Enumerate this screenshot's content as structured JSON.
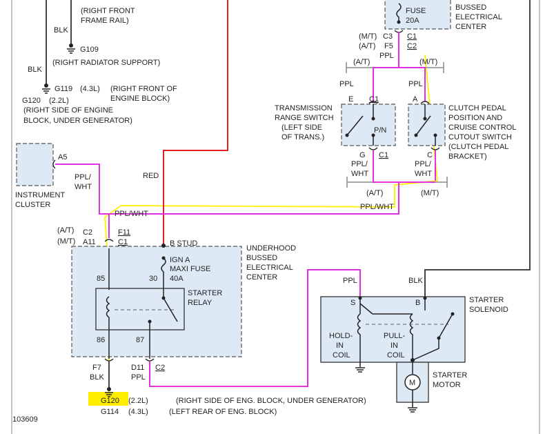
{
  "colors": {
    "wire_ppl": "#e030e0",
    "wire_red": "#e02020",
    "wire_blk": "#444444",
    "wire_gray": "#888888",
    "highlight": "#ffee00",
    "box_fill": "#dde9f4"
  },
  "figure_id": "103609",
  "top_left": {
    "right_front_frame_rail": "(RIGHT FRONT",
    "right_front_frame_rail_2": "FRAME RAIL)",
    "blk_1": "BLK",
    "g109": "G109",
    "right_radiator_support": "(RIGHT RADIATOR SUPPORT)",
    "blk_2": "BLK",
    "g119": "G119",
    "g119_engine": "(4.3L)",
    "g119_loc_1": "(RIGHT FRONT OF",
    "g119_loc_2": "ENGINE BLOCK)",
    "g120": "G120",
    "g120_engine": "(2.2L)",
    "g120_loc_1": "(RIGHT SIDE OF ENGINE",
    "g120_loc_2": "BLOCK, UNDER GENERATOR)"
  },
  "fuse_block_top": {
    "fuse": "FUSE",
    "rating": "20A",
    "center_1": "BUSSED",
    "center_2": "ELECTRICAL",
    "center_3": "CENTER",
    "mt": "(M/T)",
    "at": "(A/T)",
    "c3": "C3",
    "f5": "F5",
    "c1": "C1",
    "c2": "C2",
    "ppl": "PPL"
  },
  "branch_top": {
    "at": "(A/T)",
    "mt": "(M/T)",
    "ppl_left": "PPL",
    "ppl_right": "PPL"
  },
  "trans_switch": {
    "title_1": "TRANSMISSION",
    "title_2": "RANGE SWITCH",
    "title_3": "(LEFT SIDE",
    "title_4": "OF TRANS.)",
    "pin_e": "E",
    "c1_top": "C1",
    "pn": "P/N",
    "pin_g": "G",
    "c1_bottom": "C1",
    "wire_1": "PPL/",
    "wire_2": "WHT"
  },
  "clutch_switch": {
    "title_1": "CLUTCH PEDAL",
    "title_2": "POSITION AND",
    "title_3": "CRUISE CONTROL",
    "title_4": "CUTOUT SWITCH",
    "title_5": "(CLUTCH PEDAL",
    "title_6": "BRACKET)",
    "pin_a": "A",
    "pin_c": "C",
    "wire_1": "PPL/",
    "wire_2": "WHT"
  },
  "branch_mid": {
    "at": "(A/T)",
    "mt": "(M/T)",
    "wire": "PPL/WHT"
  },
  "instrument_cluster": {
    "pin": "A5",
    "label_1": "INSTRUMENT",
    "label_2": "CLUSTER",
    "wire_1": "PPL/",
    "wire_2": "WHT"
  },
  "red_wire": {
    "label": "RED"
  },
  "underhood": {
    "wire_top": "PPL/WHT",
    "at": "(A/T)",
    "mt": "(M/T)",
    "c2": "C2",
    "a11": "A11",
    "f11": "F11",
    "c1": "C1",
    "b_stud": "B STUD",
    "title_1": "UNDERHOOD",
    "title_2": "BUSSED",
    "title_3": "ELECTRICAL",
    "title_4": "CENTER",
    "ign_a": "IGN A",
    "maxi_fuse": "MAXI FUSE",
    "fuse_rating": "40A",
    "t30": "30",
    "t85": "85",
    "t86": "86",
    "t87": "87",
    "relay_1": "STARTER",
    "relay_2": "RELAY",
    "f7": "F7",
    "blk": "BLK",
    "d11": "D11",
    "ppl": "PPL",
    "c2_bottom": "C2"
  },
  "ground_bottom": {
    "g120": "G120",
    "g120_engine": "(2.2L)",
    "g120_loc": "(RIGHT SIDE OF ENG. BLOCK, UNDER GENERATOR)",
    "g114": "G114",
    "g114_engine": "(4.3L)",
    "g114_loc": "(LEFT REAR OF ENG. BLOCK)"
  },
  "solenoid": {
    "ppl": "PPL",
    "blk": "BLK",
    "pin_s": "S",
    "pin_b": "B",
    "title_1": "STARTER",
    "title_2": "SOLENOID",
    "hold_1": "HOLD-",
    "hold_2": "IN",
    "hold_3": "COIL",
    "pull_1": "PULL-",
    "pull_2": "IN",
    "pull_3": "COIL",
    "motor_1": "STARTER",
    "motor_2": "MOTOR",
    "motor_symbol": "M"
  }
}
